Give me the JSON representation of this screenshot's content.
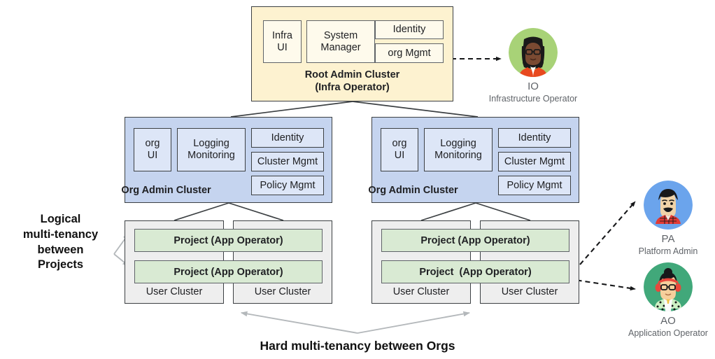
{
  "diagram": {
    "root_cluster": {
      "title_line1": "Root Admin Cluster",
      "title_line2": "(Infra Operator)",
      "components": [
        {
          "label": "Infra\nUI"
        },
        {
          "label": "System\nManager"
        },
        {
          "label": "Identity"
        },
        {
          "label": "org Mgmt"
        }
      ],
      "fill_color": "#fdf2d0",
      "chip_fill_color": "#fefaec"
    },
    "org_clusters": [
      {
        "title": "Org Admin Cluster",
        "components": [
          {
            "label": "org\nUI"
          },
          {
            "label": "Logging\nMonitoring"
          },
          {
            "label": "Identity"
          },
          {
            "label": "Cluster Mgmt"
          },
          {
            "label": "Policy Mgmt"
          }
        ],
        "fill_color": "#c5d4ef",
        "chip_fill_color": "#dde6f7"
      },
      {
        "title": "Org Admin Cluster",
        "components": [
          {
            "label": "org\nUI"
          },
          {
            "label": "Logging\nMonitoring"
          },
          {
            "label": "Identity"
          },
          {
            "label": "Cluster Mgmt"
          },
          {
            "label": "Policy Mgmt"
          }
        ],
        "fill_color": "#c5d4ef",
        "chip_fill_color": "#dde6f7"
      }
    ],
    "user_cluster_groups": [
      {
        "clusters": [
          {
            "label": "User Cluster"
          },
          {
            "label": "User Cluster"
          }
        ],
        "projects": [
          {
            "label": "Project (App Operator)"
          },
          {
            "label": "Project (App Operator)"
          }
        ],
        "fill_color": "#eeeeee",
        "project_fill_color": "#d9ead3"
      },
      {
        "clusters": [
          {
            "label": "User Cluster"
          },
          {
            "label": "User Cluster"
          }
        ],
        "projects": [
          {
            "label": "Project (App Operator)"
          },
          {
            "label": "Project  (App Operator)"
          }
        ],
        "fill_color": "#eeeeee",
        "project_fill_color": "#d9ead3"
      }
    ],
    "annotations": {
      "logical": "Logical\nmulti-tenancy\nbetween\nProjects",
      "hard": "Hard multi-tenancy between Orgs"
    },
    "personas": [
      {
        "abbr": "IO",
        "role": "Infrastructure Operator",
        "avatar_icon": "person-avatar-icon",
        "circle_color": "#a8d277",
        "skin_color": "#7a4a32",
        "hair_color": "#1a1a1a",
        "accent_color": "#e8491f"
      },
      {
        "abbr": "PA",
        "role": "Platform Admin",
        "avatar_icon": "person-avatar-icon",
        "circle_color": "#6ba4ec",
        "skin_color": "#f0d3a8",
        "hair_color": "#17181a",
        "accent_color": "#e23b36"
      },
      {
        "abbr": "AO",
        "role": "Application Operator",
        "avatar_icon": "person-avatar-icon",
        "circle_color": "#41a87a",
        "skin_color": "#f6cf9c",
        "hair_color": "#17181a",
        "accent_color": "#e8483c"
      }
    ],
    "connector_color": "#3c4043",
    "annotation_arrow_color": "#b4b8bb",
    "dashed_arrow_color": "#17181a"
  }
}
